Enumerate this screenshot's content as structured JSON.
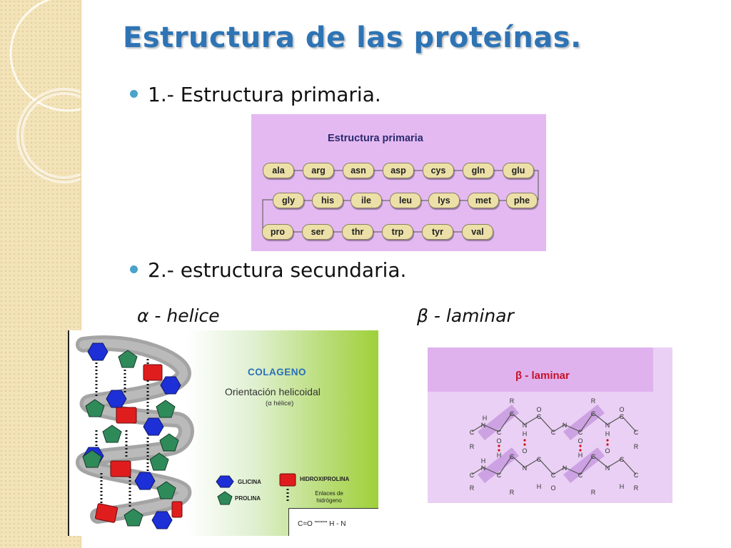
{
  "slide": {
    "title": "Estructura de las proteínas.",
    "bullet1": "1.- Estructura primaria.",
    "bullet2": "2.- estructura secundaria.",
    "caption_alpha": "α - helice",
    "caption_beta": "β - laminar",
    "accent_color": "#2e74b5",
    "bullet_color": "#4aa3c8"
  },
  "primary_figure": {
    "title": "Estructura primaria",
    "row1": [
      "ala",
      "arg",
      "asn",
      "asp",
      "cys",
      "gln",
      "glu"
    ],
    "row2": [
      "gly",
      "his",
      "ile",
      "leu",
      "lys",
      "met",
      "phe"
    ],
    "row3": [
      "pro",
      "ser",
      "thr",
      "trp",
      "tyr",
      "val"
    ]
  },
  "alpha_figure": {
    "title": "COLAGENO",
    "subtitle": "Orientación helicoidal",
    "subtitle2": "(α hélice)",
    "legend_glicina": "GLICINA",
    "legend_prolina": "PROLINA",
    "legend_hidroxiprolina": "HIDROXIPROLINA",
    "legend_enlaces": "Enlaces de hidrógeno",
    "bond_label": "C=O \"\"\"\"\" H - N"
  },
  "beta_figure": {
    "title": "β - laminar"
  }
}
